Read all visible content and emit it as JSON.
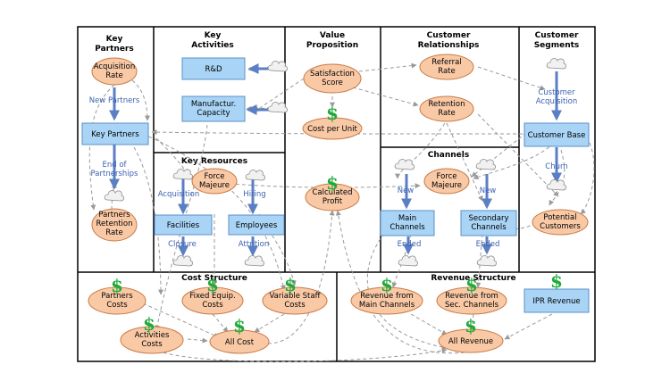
{
  "headers": {
    "key_partners": [
      "Key",
      "Partners"
    ],
    "key_activities": [
      "Key",
      "Activities"
    ],
    "value_proposition": [
      "Value",
      "Proposition"
    ],
    "customer_relationships": [
      "Customer",
      "Relationships"
    ],
    "customer_segments": [
      "Customer",
      "Segments"
    ],
    "key_resources": "Key Resources",
    "channels": "Channels",
    "cost_structure": "Cost Structure",
    "revenue_structure": "Revenue Structure"
  },
  "stocks": {
    "rd": "R&D",
    "manufactur_capacity": [
      "Manufactur.",
      "Capacity"
    ],
    "key_partners": "Key Partners",
    "facilities": "Facilities",
    "employees": "Employees",
    "main_channels": [
      "Main",
      "Channels"
    ],
    "secondary_channels": [
      "Secondary",
      "Channels"
    ],
    "customer_base": "Customer Base",
    "ipr_revenue": "IPR Revenue"
  },
  "variables": {
    "acquisition_rate": [
      "Acquisition",
      "Rate"
    ],
    "partners_retention_rate": [
      "Partners",
      "Retention",
      "Rate"
    ],
    "force_majeure_resources": [
      "Force",
      "Majeure"
    ],
    "satisfaction_score": [
      "Satisfaction",
      "Score"
    ],
    "cost_per_unit": "Cost per Unit",
    "calculated_profit": [
      "Calculated",
      "Profit"
    ],
    "referral_rate": [
      "Referral",
      "Rate"
    ],
    "retention_rate": [
      "Retention",
      "Rate"
    ],
    "force_majeure_channels": [
      "Force",
      "Majeure"
    ],
    "potential_customers": [
      "Potential",
      "Customers"
    ],
    "partners_costs": [
      "Partners",
      "Costs"
    ],
    "fixed_equip_costs": [
      "Fixed Equip.",
      "Costs"
    ],
    "variable_staff_costs": [
      "Variable Staff",
      "Costs"
    ],
    "activities_costs": [
      "Activities",
      "Costs"
    ],
    "all_cost": "All Cost",
    "revenue_main_channels": [
      "Revenue from",
      "Main Channels"
    ],
    "revenue_sec_channels": [
      "Revenue from",
      "Sec. Channels"
    ],
    "all_revenue": "All Revenue"
  },
  "flows": {
    "new_partners": "New Partners",
    "end_of_partnerships": [
      "End of",
      "Partnerships"
    ],
    "acquisition": "Acquisition",
    "hiring": "Hiring",
    "closure": "Closure",
    "attrition": "Attrition",
    "new_main": "New",
    "new_secondary": "New",
    "ended_main": "Ended",
    "ended_secondary": "Ended",
    "customer_acquisition": [
      "Customer",
      "Acquisition"
    ],
    "churn": "Churn"
  },
  "currency_icon": "$",
  "icons": [
    "cloud-icon",
    "dollar-icon"
  ],
  "colors": {
    "stock_fill": "#a9d4f5",
    "variable_fill": "#f9c9a6",
    "flow_pipe": "#5b7fc4",
    "link": "#9a9a9a",
    "dollar": "#1faa3a"
  }
}
